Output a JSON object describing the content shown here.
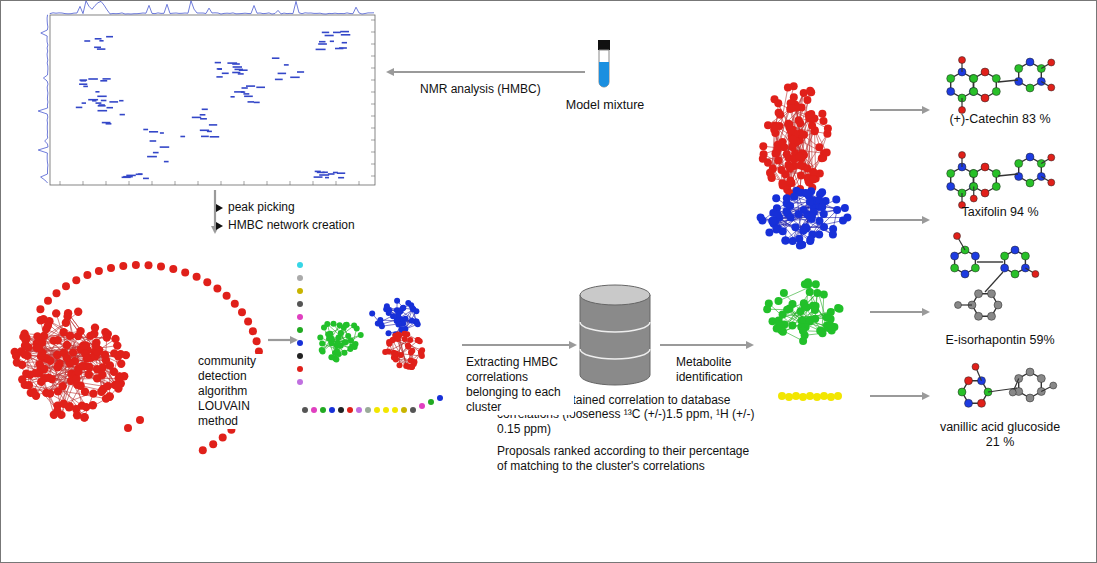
{
  "diagram": {
    "nodes": [
      {
        "text": [
          "Model mixture"
        ]
      },
      {
        "text": [
          "Comparing obtained correlation to database correlations (looseness ¹³C (+/-)1.5 ppm, ¹H (+/-) 0.15 ppm)",
          "Proposals ranked according to their percentage of matching to the cluster's correlations"
        ]
      },
      {
        "text": [
          "(+)-Catechin 83 %"
        ]
      },
      {
        "text": [
          "Taxifolin 94 %"
        ]
      },
      {
        "text": [
          "E-isorhapontin 59%"
        ]
      },
      {
        "text": [
          "vanillic acid glucoside 21 %"
        ]
      }
    ],
    "labels": [
      "NMR analysis (HMBC)",
      "peak picking",
      "HMBC network creation",
      "community detection algorithm LOUVAIN method",
      "Extracting HMBC correlations belonging to each cluster",
      "Metabolite identification"
    ]
  }
}
